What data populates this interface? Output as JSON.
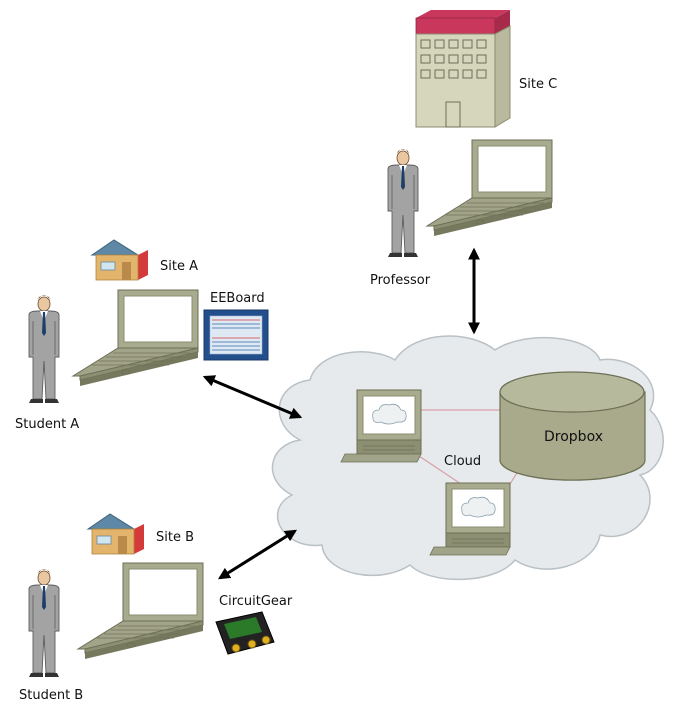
{
  "labels": {
    "site_a": "Site A",
    "site_b": "Site B",
    "site_c": "Site C",
    "eeboard": "EEBoard",
    "circuitgear": "CircuitGear",
    "student_a": "Student A",
    "student_b": "Student B",
    "professor": "Professor",
    "cloud": "Cloud",
    "dropbox": "Dropbox"
  },
  "colors": {
    "cloud_fill": "#e6eaec",
    "cloud_stroke": "#b9c1c6",
    "laptop_frame": "#a9ab8f",
    "laptop_screen": "#ffffff",
    "dropbox_fill": "#a8aa8b",
    "dropbox_top": "#b7b99c",
    "house_roof": "#5f88a6",
    "house_wall": "#e3b46b",
    "building_roof": "#c9375c",
    "building_wall": "#d6d6bc",
    "suit": "#a3a3a3",
    "arrow": "#000000",
    "network_line": "#d9a0a8"
  },
  "icons": [
    "house-icon",
    "office-building-icon",
    "laptop-icon",
    "person-icon",
    "cloud-icon",
    "database-cylinder-icon",
    "desktop-computer-icon",
    "circuit-board-icon",
    "oscilloscope-device-icon"
  ]
}
